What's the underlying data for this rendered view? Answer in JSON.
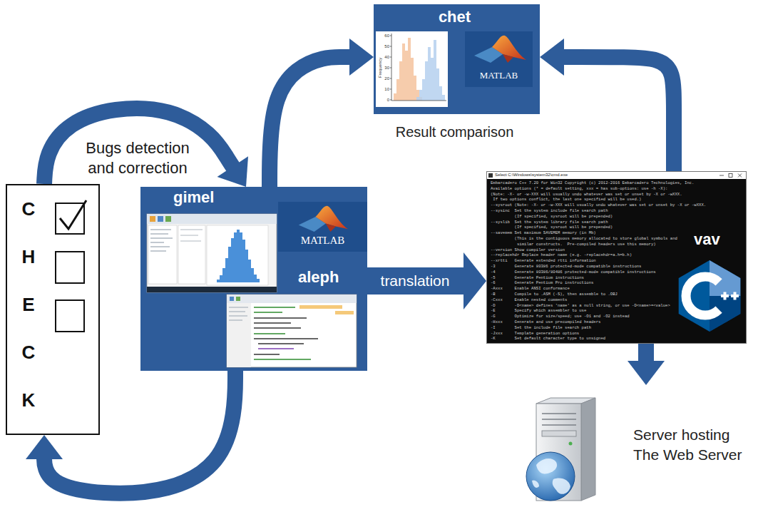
{
  "diagram": {
    "nodes": [
      {
        "text": [
          "chet",
          "Result comparison"
        ]
      },
      {
        "text": [
          "CHECK"
        ]
      },
      {
        "text": [
          "gimel"
        ]
      },
      {
        "text": [
          "aleph"
        ],
        "in": 2
      },
      {
        "text": [
          "vav"
        ]
      },
      {
        "text": [
          "Server hosting The Web Server"
        ]
      }
    ],
    "edges": [
      {
        "from": 1,
        "to": 2,
        "label": "Bugs detection and correction",
        "arrow": "to"
      },
      {
        "from": 2,
        "to": 1,
        "arrow": "to"
      },
      {
        "from": 2,
        "to": 0,
        "arrow": "to"
      },
      {
        "from": 3,
        "to": 4,
        "label": "translation",
        "arrow": "to"
      },
      {
        "from": 4,
        "to": 0,
        "arrow": "to"
      },
      {
        "from": 4,
        "to": 5,
        "arrow": "to"
      }
    ],
    "labels": [
      "MATLAB",
      "Frequency",
      "60",
      "50",
      "40",
      "30",
      "20",
      "10",
      "0",
      "MATLAB",
      "Select C:\\Windows\\system32\\cmd.exe",
      "Embarcadero C++ 7.20 for Win32 Copyright (c) 2012-2016 Embarcadero Technologies, Inc.",
      "Available options (* = default setting, xxx = has sub-options: use -h -X):",
      "(Note: -X- or -w-XXX will usually undo whatever was set or unset by -X or -wXXX.",
      "If two options conflict, the last one specified will be used.)",
      "--sysroot (Note: -X- or -w-XXX will usually undo whatever was set or unset by -X or -wXXX.",
      "--sysinc  Set the system include file search path",
      "(If specified, sysroot will be prepended)",
      "--syslib  Set the system library file search path",
      "(If specified, sysroot will be prepended)",
      "--savemem Set maximum SAVEMEM memory (in Mb)",
      "(This is the contiguous memory allocated to store global symbols and",
      "similar constructs.  Pre-compiled headers use this memory)",
      "--version Show compiler version",
      "--replacehdr Replace header name (e.g. -replacehdr=a.h=b.h)",
      "--xrtti   Generate extended rtti information",
      "-3        Generate 80386 protected-mode compatible instructions",
      "-4        Generate 80386/80486 protected-mode compatible instructions",
      "-5        Generate Pentium instructions",
      "-6        Generate Pentium Pro instructions",
      "-Axxx     Enable ANSI conformance",
      "-B        Compile to .ASM (-S), then assemble to .OBJ",
      "-Cxxx     Enable nested comments",
      "-D        -D<name> defines 'name' as a null string, or use -D<name>=<value>",
      "-E        Specify which assembler to use",
      "-G        Optimize for size/speed; use -O1 and -O2 instead",
      "-Hxxx     Generate and use precompiled headers",
      "-I        Set the include file search path",
      "-Jxxx     Template generation options",
      "-K        Set default character type to unsigned"
    ]
  }
}
